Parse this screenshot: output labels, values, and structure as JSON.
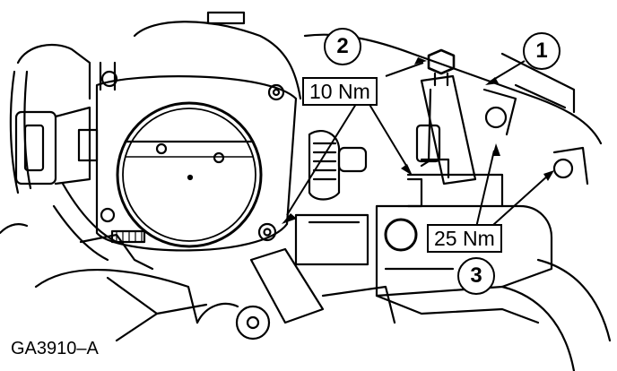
{
  "callouts": {
    "c1": "1",
    "c2": "2",
    "c3": "3"
  },
  "torque": {
    "upper": "10 Nm",
    "lower": "25 Nm"
  },
  "figure_id": "GA3910–A"
}
